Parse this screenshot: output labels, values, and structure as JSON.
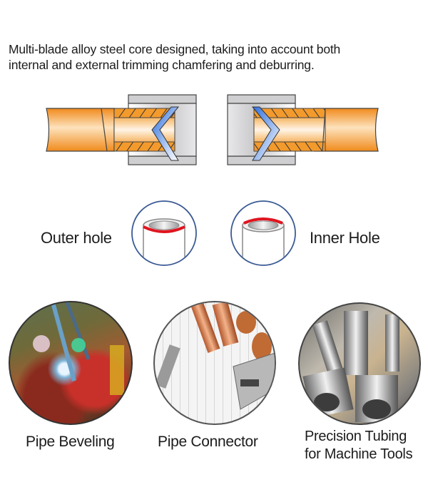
{
  "intro": {
    "line1": "Multi-blade alloy steel core designed, taking into account both",
    "line2": "internal and external trimming chamfering and deburring."
  },
  "diagrams": {
    "left": {
      "name": "external-chamfer-diagram"
    },
    "right": {
      "name": "internal-chamfer-diagram"
    }
  },
  "holes": {
    "outer": {
      "label": "Outer hole"
    },
    "inner": {
      "label": "Inner Hole"
    }
  },
  "applications": [
    {
      "caption": "Pipe Beveling",
      "image": "welding-photo"
    },
    {
      "caption": "Pipe Connector",
      "image": "copper-pipes-blueprint-photo"
    },
    {
      "caption_line1": "Precision Tubing",
      "caption_line2": "for Machine Tools",
      "image": "steel-fittings-photo"
    }
  ],
  "colors": {
    "pipe_orange": "#f39a2c",
    "blade_blue": "#3f7fe0",
    "housing_gray": "#cfcfd1",
    "ring_blue": "#3b5a95",
    "highlight_red": "#e0141e"
  }
}
